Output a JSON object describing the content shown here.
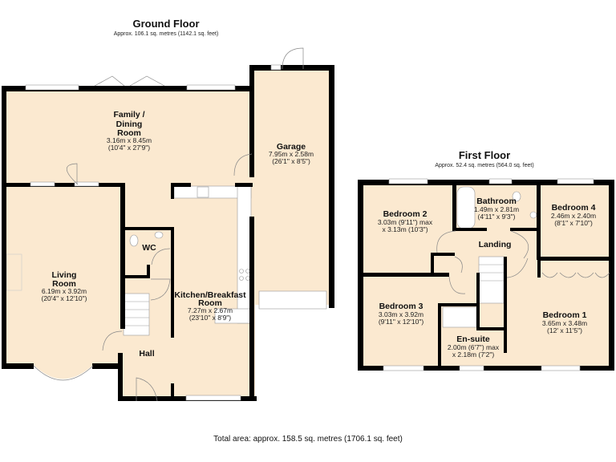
{
  "ground_floor": {
    "title": "Ground Floor",
    "area": "Approx. 106.1 sq. metres (1142.1 sq. feet)",
    "rooms": [
      {
        "name_lines": [
          "Family /",
          "Dining",
          "Room"
        ],
        "dims_m": "3.16m x 8.45m",
        "dims_ft": "(10'4\" x 27'9\")"
      },
      {
        "name_lines": [
          "Garage"
        ],
        "dims_m": "7.95m x 2.58m",
        "dims_ft": "(26'1\" x 8'5\")"
      },
      {
        "name_lines": [
          "Living",
          "Room"
        ],
        "dims_m": "6.19m x 3.92m",
        "dims_ft": "(20'4\" x 12'10\")"
      },
      {
        "name_lines": [
          "Kitchen/Breakfast",
          "Room"
        ],
        "dims_m": "7.27m x 2.67m",
        "dims_ft": "(23'10\" x 8'9\")"
      },
      {
        "name_lines": [
          "WC"
        ]
      },
      {
        "name_lines": [
          "Hall"
        ]
      }
    ]
  },
  "first_floor": {
    "title": "First Floor",
    "area": "Approx. 52.4 sq. metres (564.0 sq. feet)",
    "rooms": [
      {
        "name_lines": [
          "Bedroom 2"
        ],
        "dims_m": "3.03m (9'11\") max",
        "dims_ft": "x 3.13m (10'3\")"
      },
      {
        "name_lines": [
          "Bathroom"
        ],
        "dims_m": "1.49m x 2.81m",
        "dims_ft": "(4'11\" x 9'3\")"
      },
      {
        "name_lines": [
          "Bedroom 4"
        ],
        "dims_m": "2.46m x 2.40m",
        "dims_ft": "(8'1\" x 7'10\")"
      },
      {
        "name_lines": [
          "Landing"
        ]
      },
      {
        "name_lines": [
          "Bedroom 3"
        ],
        "dims_m": "3.03m x 3.92m",
        "dims_ft": "(9'11\" x 12'10\")"
      },
      {
        "name_lines": [
          "Bedroom 1"
        ],
        "dims_m": "3.65m x 3.48m",
        "dims_ft": "(12' x 11'5\")"
      },
      {
        "name_lines": [
          "En-suite"
        ],
        "dims_m": "2.00m (6'7\") max",
        "dims_ft": "x 2.18m (7'2\")"
      }
    ]
  },
  "total_area": "Total area: approx. 158.5 sq. metres (1706.1 sq. feet)",
  "colors": {
    "room_fill": "#FBE9D0",
    "walls": "#000000"
  }
}
